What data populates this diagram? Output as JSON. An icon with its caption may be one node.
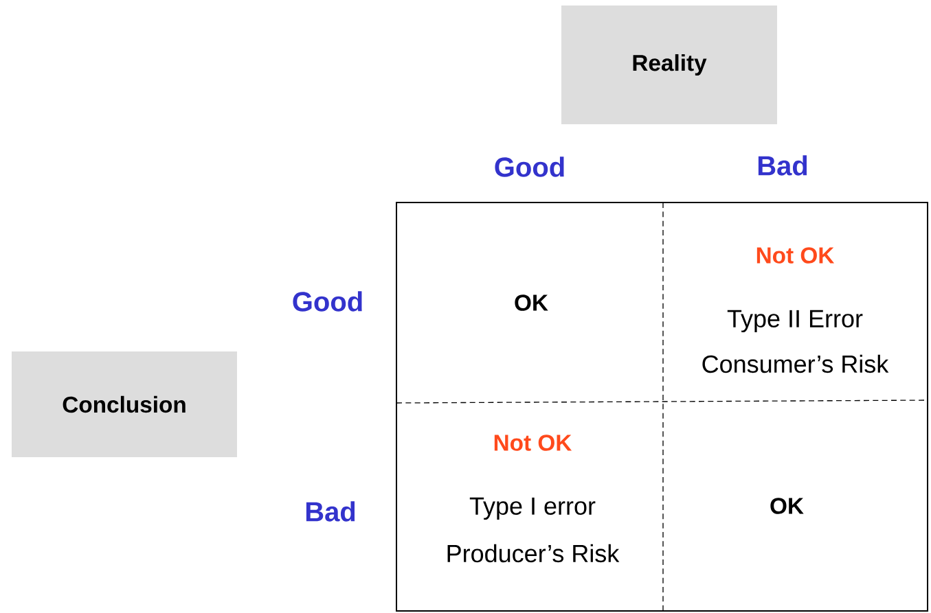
{
  "diagram": {
    "nodes": [
      {
        "text": [
          "Reality"
        ]
      },
      {
        "text": [
          "Conclusion"
        ]
      },
      {
        "text": [
          "OK"
        ]
      },
      {
        "text": [
          "Not OK",
          "Type II Error",
          "Consumer’s Risk"
        ]
      },
      {
        "text": [
          "Not OK",
          "Type I error",
          "Producer’s Risk"
        ]
      },
      {
        "text": [
          "OK"
        ]
      }
    ],
    "labels": [
      "Good",
      "Bad",
      "Good",
      "Bad"
    ]
  }
}
